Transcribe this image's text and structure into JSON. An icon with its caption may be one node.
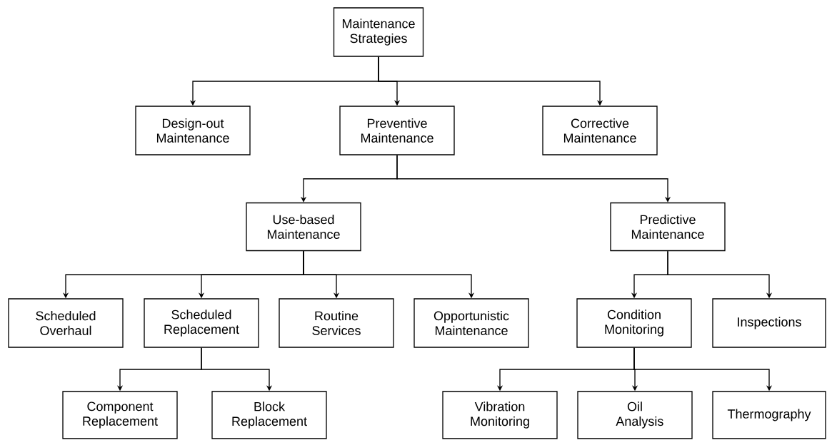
{
  "diagram": {
    "nodes": [
      {
        "text": [
          "Maintenance Strategies"
        ]
      },
      {
        "text": [
          "Design-out Maintenance"
        ]
      },
      {
        "text": [
          "Preventive Maintenance"
        ]
      },
      {
        "text": [
          "Corrective Maintenance"
        ]
      },
      {
        "text": [
          "Use-based Maintenance"
        ]
      },
      {
        "text": [
          "Predictive Maintenance"
        ]
      },
      {
        "text": [
          "Scheduled Overhaul"
        ]
      },
      {
        "text": [
          "Scheduled Replacement"
        ]
      },
      {
        "text": [
          "Routine Services"
        ]
      },
      {
        "text": [
          "Opportunistic Maintenance"
        ]
      },
      {
        "text": [
          "Condition Monitoring"
        ]
      },
      {
        "text": [
          "Inspections"
        ]
      },
      {
        "text": [
          "Component Replacement"
        ]
      },
      {
        "text": [
          "Block Replacement"
        ]
      },
      {
        "text": [
          "Vibration Monitoring"
        ]
      },
      {
        "text": [
          "Oil Analysis"
        ]
      },
      {
        "text": [
          "Thermography"
        ]
      }
    ],
    "edges": [
      {
        "from": 0,
        "to": 1,
        "arrow": "to"
      },
      {
        "from": 0,
        "to": 2,
        "arrow": "to"
      },
      {
        "from": 0,
        "to": 3,
        "arrow": "to"
      },
      {
        "from": 2,
        "to": 4,
        "arrow": "to"
      },
      {
        "from": 2,
        "to": 5,
        "arrow": "to"
      },
      {
        "from": 4,
        "to": 6,
        "arrow": "to"
      },
      {
        "from": 4,
        "to": 7,
        "arrow": "to"
      },
      {
        "from": 4,
        "to": 8,
        "arrow": "to"
      },
      {
        "from": 4,
        "to": 9,
        "arrow": "to"
      },
      {
        "from": 5,
        "to": 10,
        "arrow": "to"
      },
      {
        "from": 5,
        "to": 11,
        "arrow": "to"
      },
      {
        "from": 7,
        "to": 12,
        "arrow": "to"
      },
      {
        "from": 7,
        "to": 13,
        "arrow": "to"
      },
      {
        "from": 10,
        "to": 14,
        "arrow": "to"
      },
      {
        "from": 10,
        "to": 15,
        "arrow": "to"
      },
      {
        "from": 10,
        "to": 16,
        "arrow": "to"
      }
    ]
  }
}
